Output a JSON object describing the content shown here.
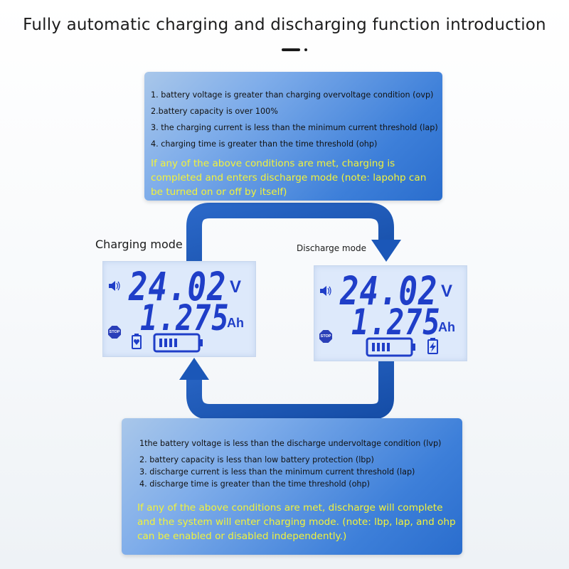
{
  "title": "Fully automatic charging and discharging function introduction",
  "top_box": {
    "conditions": [
      "1. battery voltage is greater than charging overvoltage condition (ovp)",
      "2.battery capacity is over 100%",
      "3. the charging current is less than the minimum current threshold (lap)",
      "4. charging time is greater than the time threshold (ohp)"
    ],
    "note": "If any of the above conditions are met, charging is completed and enters discharge mode (note: lapohp can be turned on or off by itself)"
  },
  "bottom_box": {
    "conditions": [
      "1the battery voltage is less than the discharge undervoltage condition (lvp)",
      "2. battery capacity is less than low battery protection (lbp)",
      "3. discharge current is less than the minimum current threshold (lap)",
      "4. discharge time is greater than the time threshold (ohp)"
    ],
    "note": "If any of the above conditions are met, discharge will complete and the system will enter charging mode. (note: lbp, lap, and ohp can be enabled or disabled independently.)"
  },
  "modes": {
    "charging_label": "Charging mode",
    "discharge_label": "Discharge mode"
  },
  "displays": {
    "charging": {
      "voltage": "24.02",
      "voltage_unit": "V",
      "capacity": "1.275",
      "capacity_unit": "Ah",
      "stop_text": "STOP",
      "battery_bars": 4,
      "icons": [
        "speaker-icon",
        "stop-icon",
        "battery-heart-icon",
        "battery-level-icon"
      ]
    },
    "discharge": {
      "voltage": "24.02",
      "voltage_unit": "V",
      "capacity": "1.275",
      "capacity_unit": "Ah",
      "stop_text": "STOP",
      "battery_bars": 4,
      "icons": [
        "speaker-icon",
        "stop-icon",
        "battery-level-icon",
        "battery-lightning-icon"
      ]
    }
  },
  "colors": {
    "arrow": "#1b57b8",
    "lcd_digits": "#1f3ec8",
    "note_text": "#f2f33a",
    "box_gradient_start": "#a9c7ea",
    "box_gradient_end": "#2a6dcd"
  }
}
